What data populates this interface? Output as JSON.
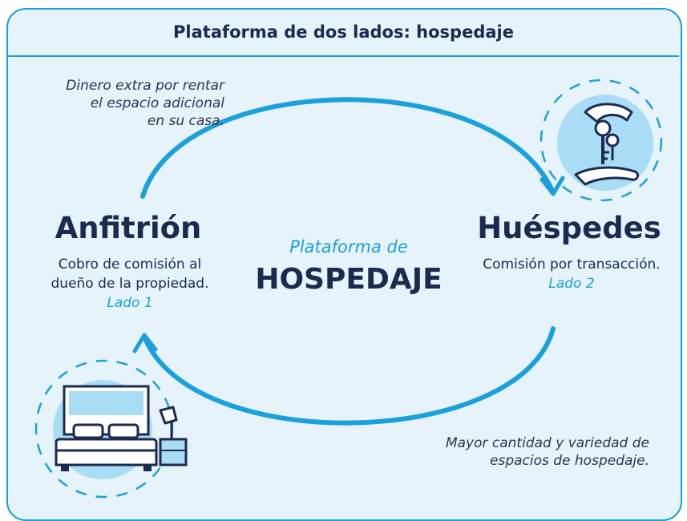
{
  "title": "Plataforma de dos lados: hospedaje",
  "center": {
    "subtitle": "Plataforma de",
    "main": "HOSPEDAJE"
  },
  "host": {
    "title": "Anfitrión",
    "desc_line1": "Cobro de comisión al",
    "desc_line2": "dueño de la propiedad.",
    "tag": "Lado 1"
  },
  "guest": {
    "title": "Huéspedes",
    "desc": "Comisión por transacción.",
    "tag": "Lado 2"
  },
  "note_top": {
    "line1": "Dinero extra por rentar",
    "line2": "el espacio adicional",
    "line3": "en su casa."
  },
  "note_bottom": {
    "line1": "Mayor cantidad y variedad de",
    "line2": "espacios de hospedaje."
  },
  "icons": {
    "guest": "hand-with-keys-icon",
    "host": "bed-with-lamp-icon"
  },
  "colors": {
    "accent": "#1aa0dc",
    "background": "#e6f3fb",
    "text": "#1c2a4f",
    "icon_circle": "#a9dcf5"
  }
}
